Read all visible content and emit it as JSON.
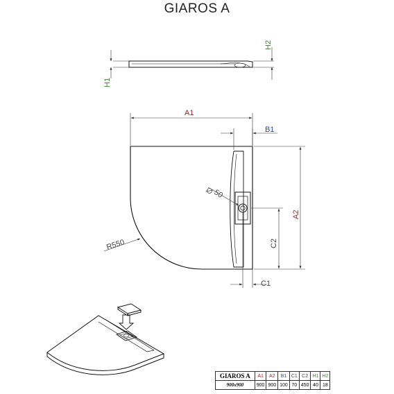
{
  "title": "GIAROS A",
  "dimensions": {
    "a1": "A1",
    "a2": "A2",
    "b1": "B1",
    "c1": "C1",
    "c2": "C2",
    "h1": "H1",
    "h2": "H2",
    "radius": "R550",
    "drain": "50"
  },
  "colors": {
    "a": "#b01c1c",
    "b": "#1f4aa8",
    "c": "#444444",
    "h": "#3a8a2a",
    "line": "#111111",
    "dim": "#333333"
  },
  "spec_table": {
    "model": "GIAROS A",
    "size": "900x900",
    "headers": [
      "A1",
      "A2",
      "B1",
      "C1",
      "C2",
      "H1",
      "H2"
    ],
    "values": [
      "900",
      "900",
      "100",
      "70",
      "450",
      "40",
      "18"
    ]
  }
}
